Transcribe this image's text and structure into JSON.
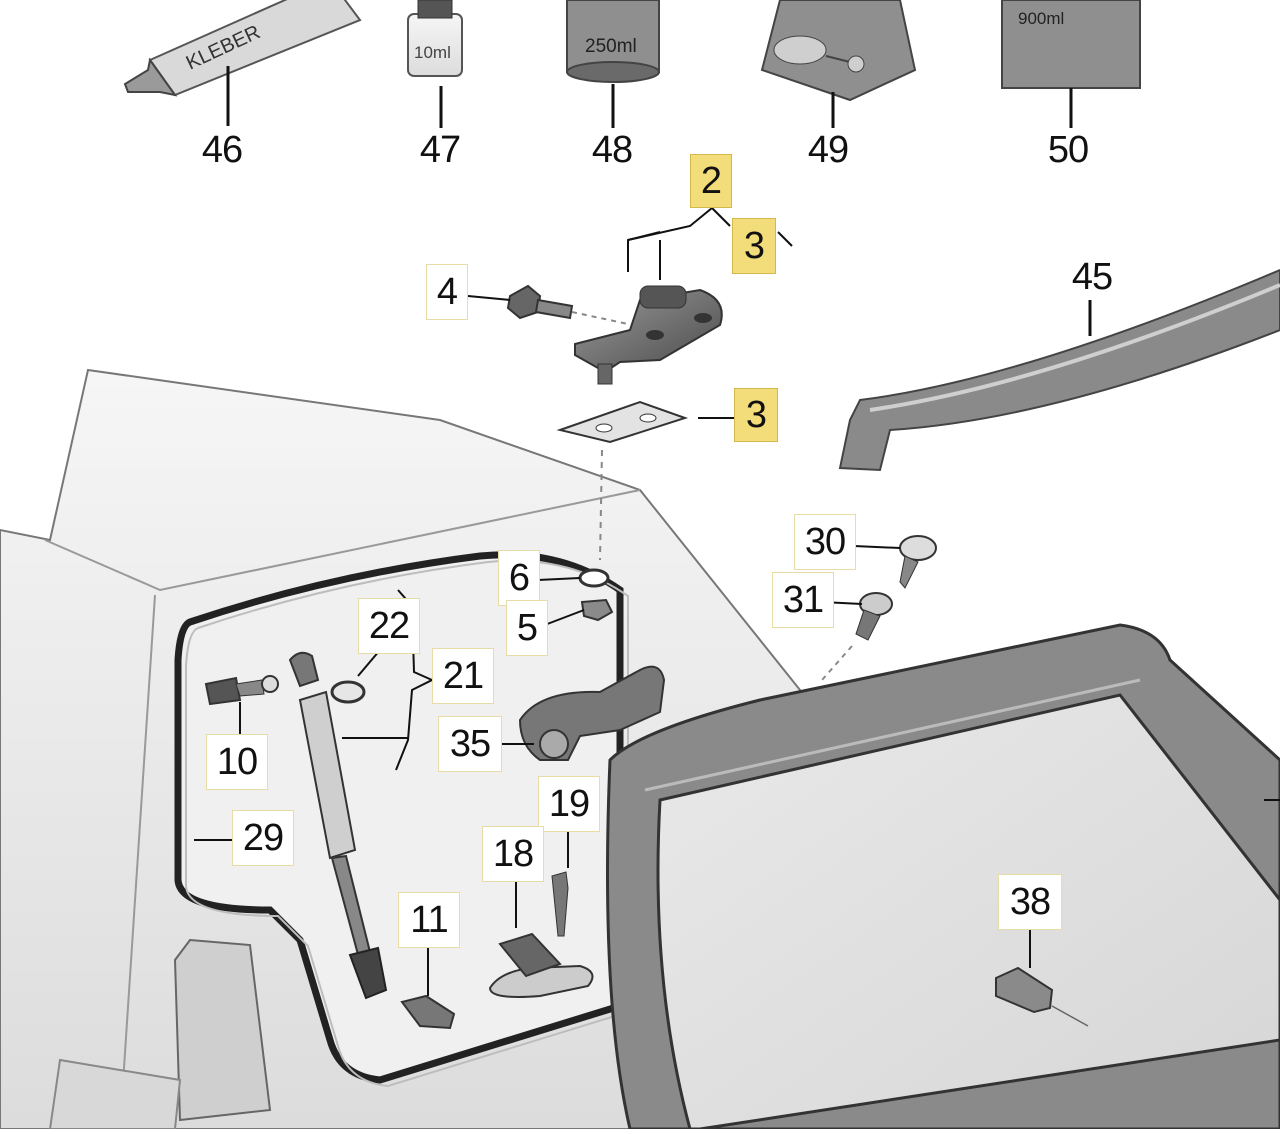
{
  "diagram": {
    "product_labels": {
      "tube": "KLEBER",
      "bottle": "10ml",
      "can": "250ml",
      "box": "900ml"
    },
    "callouts": [
      {
        "id": "c46",
        "number": "46",
        "highlighted": false
      },
      {
        "id": "c47",
        "number": "47",
        "highlighted": false
      },
      {
        "id": "c48",
        "number": "48",
        "highlighted": false
      },
      {
        "id": "c49",
        "number": "49",
        "highlighted": false
      },
      {
        "id": "c50",
        "number": "50",
        "highlighted": false
      },
      {
        "id": "c2",
        "number": "2",
        "highlighted": true
      },
      {
        "id": "c3a",
        "number": "3",
        "highlighted": true
      },
      {
        "id": "c4",
        "number": "4",
        "highlighted": false
      },
      {
        "id": "c45",
        "number": "45",
        "highlighted": false
      },
      {
        "id": "c3b",
        "number": "3",
        "highlighted": true
      },
      {
        "id": "c30",
        "number": "30",
        "highlighted": false
      },
      {
        "id": "c31",
        "number": "31",
        "highlighted": false
      },
      {
        "id": "c6",
        "number": "6",
        "highlighted": false
      },
      {
        "id": "c5",
        "number": "5",
        "highlighted": false
      },
      {
        "id": "c22",
        "number": "22",
        "highlighted": false
      },
      {
        "id": "c21",
        "number": "21",
        "highlighted": false
      },
      {
        "id": "c35",
        "number": "35",
        "highlighted": false
      },
      {
        "id": "c10",
        "number": "10",
        "highlighted": false
      },
      {
        "id": "c29",
        "number": "29",
        "highlighted": false
      },
      {
        "id": "c19",
        "number": "19",
        "highlighted": false
      },
      {
        "id": "c18",
        "number": "18",
        "highlighted": false
      },
      {
        "id": "c11",
        "number": "11",
        "highlighted": false
      },
      {
        "id": "c38",
        "number": "38",
        "highlighted": false
      }
    ],
    "colors": {
      "highlight": "#f3dc7a",
      "part_dark": "#555555",
      "part_mid": "#8a8a8a",
      "body_light": "#ececec"
    }
  }
}
